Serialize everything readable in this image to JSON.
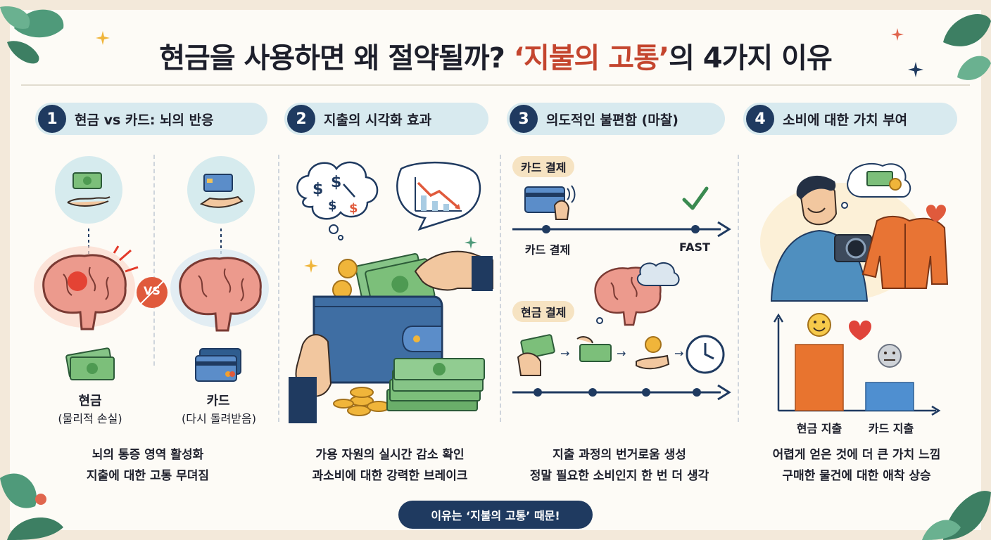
{
  "title": {
    "part1": "현금을 사용하면 왜 절약될까? ",
    "accent": "‘지불의 고통’",
    "part2": "의 4가지 이유"
  },
  "sections": [
    {
      "number": "1",
      "title": "현금 vs 카드: 뇌의 반응",
      "cash_label": "현금",
      "cash_sub": "(물리적 손실)",
      "vs": "VS",
      "card_label": "카드",
      "card_sub": "(다시 돌려받음)",
      "caption": [
        "뇌의 통증 영역 활성화",
        "지출에 대한 고통 무뎌짐"
      ]
    },
    {
      "number": "2",
      "title": "지출의 시각화 효과",
      "caption": [
        "가용 자원의 실시간 감소 확인",
        "과소비에 대한 강력한 브레이크"
      ]
    },
    {
      "number": "3",
      "title": "의도적인 불편함 (마찰)",
      "card_tag": "카드 결제",
      "card_axis_label": "카드 결제",
      "fast": "FAST",
      "cash_tag": "현금 결제",
      "caption": [
        "지출 과정의 번거로움 생성",
        "정말 필요한 소비인지 한 번 더 생각"
      ]
    },
    {
      "number": "4",
      "title": "소비에 대한 가치 부여",
      "chart_labels": [
        "현금 지출",
        "카드 지출"
      ],
      "chart_values": [
        1.0,
        0.43
      ],
      "caption": [
        "어렵게 얻은 것에 더 큰 가치 느낌",
        "구매한 물건에 대한 애착 상승"
      ]
    }
  ],
  "banner": "이유는 ‘지불의 고통’ 때문!",
  "colors": {
    "navy": "#1f3a60",
    "accent": "#c4452e",
    "pill": "#d8eaef",
    "tag": "#f6e3c2",
    "cash_bar": "#e8742f",
    "card_bar": "#4f8fd0"
  }
}
